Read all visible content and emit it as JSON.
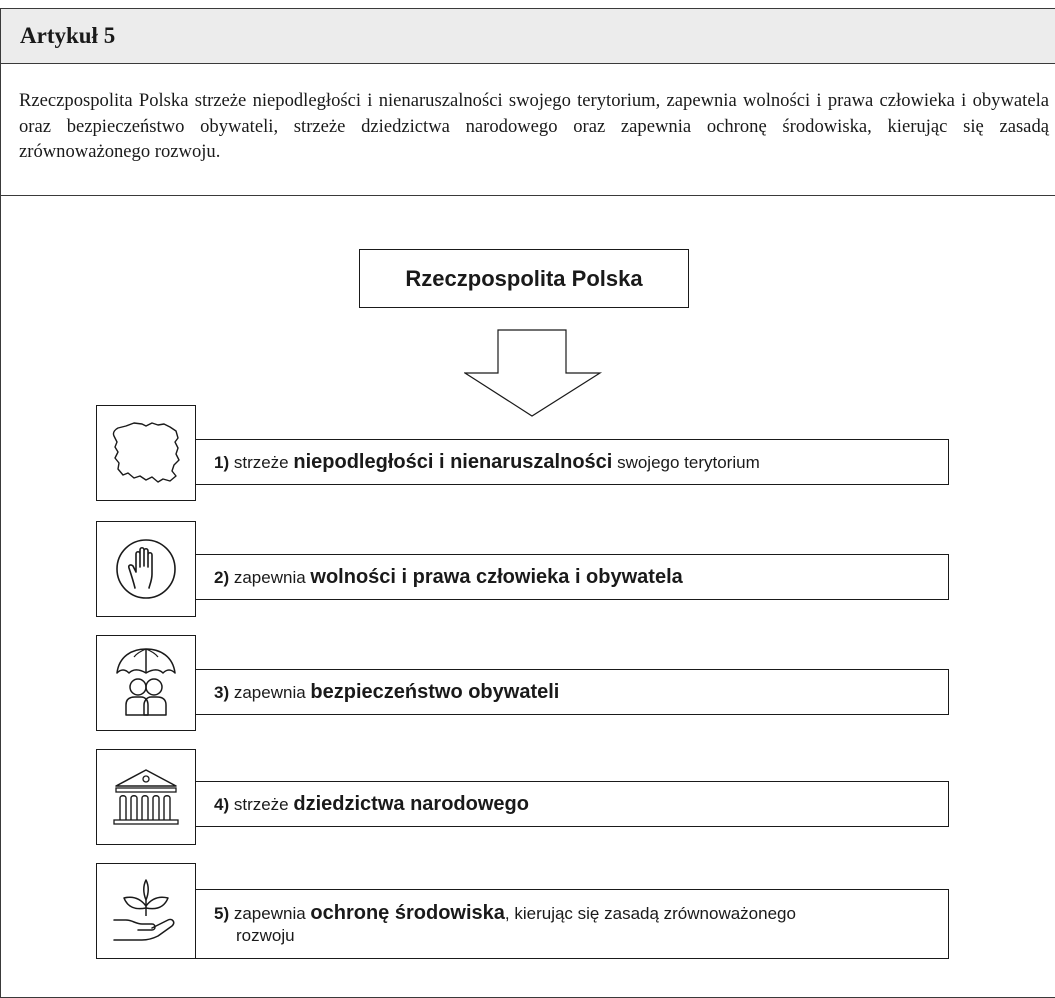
{
  "header": {
    "title": "Artykuł 5"
  },
  "article": {
    "text": "Rzeczpospolita Polska strzeże niepodległości i nienaruszalności swojego terytorium, zapewnia wolności i prawa człowieka i obywatela oraz bezpieczeństwo obywateli, strzeże dziedzictwa narodowego oraz zapewnia ochronę środowiska, kierując się zasadą zrównoważonego rozwoju."
  },
  "diagram": {
    "top_box": "Rzeczpospolita Polska",
    "items": [
      {
        "icon": "poland-map-icon",
        "number": "1)",
        "pre": " strzeże ",
        "bold": "niepodległości i nienaruszalności",
        "post": " swojego terytorium",
        "post2": ""
      },
      {
        "icon": "raised-hand-icon",
        "number": "2)",
        "pre": " zapewnia ",
        "bold": "wolności i prawa człowieka i obywatela",
        "post": "",
        "post2": ""
      },
      {
        "icon": "umbrella-people-icon",
        "number": "3)",
        "pre": " zapewnia ",
        "bold": "bezpieczeństwo obywateli",
        "post": "",
        "post2": ""
      },
      {
        "icon": "museum-building-icon",
        "number": "4)",
        "pre": " strzeże ",
        "bold": "dziedzictwa narodowego",
        "post": "",
        "post2": ""
      },
      {
        "icon": "hand-plant-icon",
        "number": "5)",
        "pre": " zapewnia ",
        "bold": "ochronę środowiska",
        "post": ", kierując się zasadą zrównoważonego",
        "post2": "rozwoju"
      }
    ]
  },
  "colors": {
    "header_bg": "#ececec",
    "border": "#3a3a3a",
    "text": "#1a1a1a"
  }
}
